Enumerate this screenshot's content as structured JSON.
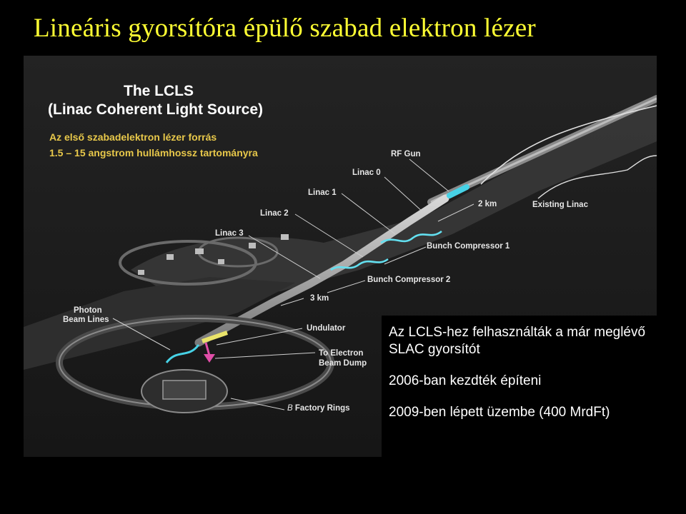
{
  "slide": {
    "title": "Lineáris  gyorsítóra épülő szabad elektron lézer"
  },
  "diagram": {
    "heading_line1": "The LCLS",
    "heading_line2": "(Linac Coherent Light Source)",
    "subtitle_line1": "Az első szabadelektron lézer forrás",
    "subtitle_line2": "1.5 – 15 angstrom  hullámhossz tartományra",
    "labels": {
      "rf_gun": "RF Gun",
      "linac0": "Linac 0",
      "linac1": "Linac 1",
      "linac2": "Linac 2",
      "linac3": "Linac 3",
      "km2": "2 km",
      "existing_linac": "Existing Linac",
      "bunch_compressor_1": "Bunch Compressor 1",
      "bunch_compressor_2": "Bunch Compressor 2",
      "km3": "3 km",
      "photon_beam_lines_1": "Photon",
      "photon_beam_lines_2": "Beam Lines",
      "undulator": "Undulator",
      "electron_dump_1": "To Electron",
      "electron_dump_2": "Beam Dump",
      "b_factory_b": "B",
      "b_factory_rest": " Factory Rings"
    }
  },
  "note": {
    "line1": "Az LCLS-hez felhasználták a már meglévő SLAC gyorsítót",
    "line2": "2006-ban kezdték építeni",
    "line3": "2009-ben lépett üzembe (400 MrdFt)"
  }
}
